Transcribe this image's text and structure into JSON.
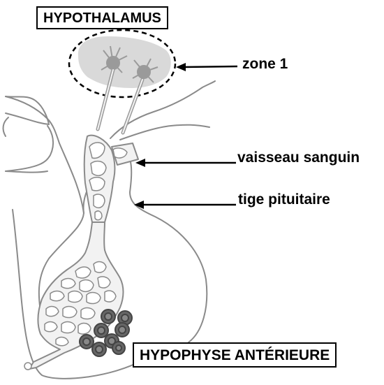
{
  "labels": {
    "hypothalamus": "HYPOTHALAMUS",
    "zone": "zone 1",
    "blood_vessel": "vaisseau sanguin",
    "pituitary_stalk": "tige pituitaire",
    "anterior_pituitary": "HYPOPHYSE ANTÉRIEURE"
  },
  "colors": {
    "outline": "#8a8a8a",
    "vessel_fill": "#f2f2f2",
    "zone_fill": "#d9d9d9",
    "neuron": "#9a9a9a",
    "cells": "#666666",
    "text": "#000000"
  }
}
